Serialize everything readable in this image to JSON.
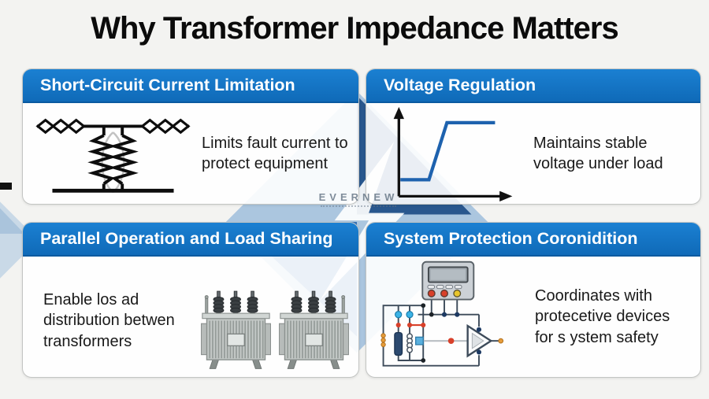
{
  "title": "Why Transformer Impedance Matters",
  "watermark": {
    "brand": "EVERNEW"
  },
  "colors": {
    "header_blue": "#1278ca",
    "header_blue_dark": "#0f6ab8",
    "curve_blue": "#1e62ae",
    "watermark_light": "#a8c4df",
    "watermark_navy": "#1f4f89",
    "watermark_mid": "#2f6db2",
    "card_background": "#ffffff",
    "page_background": "#f3f3f1"
  },
  "panels": [
    {
      "title": "Short-Circuit Current Limitation",
      "icon": "impedance-circuit-icon",
      "lines": [
        "Limits fault current to",
        "protect equipment"
      ]
    },
    {
      "title": "Voltage Regulation",
      "icon": "voltage-curve-icon",
      "lines": [
        "Maintains stable",
        "voltage under load"
      ]
    },
    {
      "title": "Parallel Operation and Load Sharing",
      "icon": "transformer-pair-icon",
      "lines": [
        "Enable los ad",
        "distribution betwen",
        "transformers"
      ]
    },
    {
      "title": "System Protection Coronidition",
      "icon": "protection-circuit-icon",
      "lines": [
        "Coordinates with",
        "protecetive devices",
        "for s ystem safety"
      ]
    }
  ]
}
